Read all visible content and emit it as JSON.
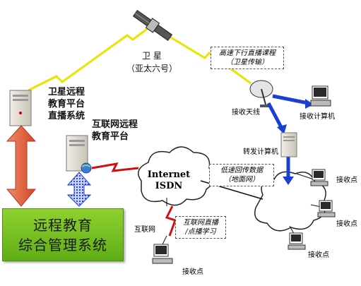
{
  "satellite": {
    "name": "卫 星",
    "model": "（亚太六号）"
  },
  "systems": {
    "satellite_platform": [
      "卫星远程",
      "教育平台",
      "直播系统"
    ],
    "internet_platform": [
      "互联网远程",
      "教育平台"
    ],
    "management": [
      "远程教育",
      "综合管理系统"
    ]
  },
  "notes": {
    "downlink": [
      "高速下行直播课程",
      "（卫星传输）"
    ],
    "uplink": [
      "低速回传数据",
      "（地面网）"
    ],
    "internet_learning": [
      "互联网直播",
      "/点播学习"
    ]
  },
  "network": {
    "line1": "Internet",
    "line2": "ISDN"
  },
  "labels": {
    "antenna": "接收天线",
    "receiver_pc": "接收计算机",
    "forwarding_pc": "转发计算机",
    "internet": "互联网",
    "recv1": "接收点",
    "recv2": "接收点",
    "recv3": "接收点",
    "recv4": "接收点"
  },
  "colors": {
    "green_box": "#6dbd1e",
    "red_arrow": "#e0623f",
    "blue_arrow": "#1a3fd1",
    "zigzag": "#e6e600"
  }
}
